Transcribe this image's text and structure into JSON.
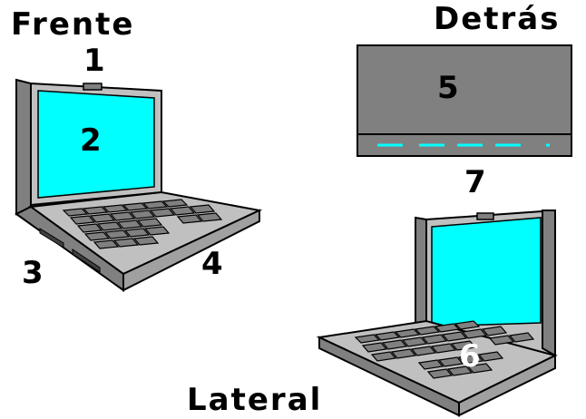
{
  "labels": {
    "front": "Frente",
    "back": "Detrás",
    "side": "Lateral"
  },
  "callouts": {
    "n1": "1",
    "n2": "2",
    "n3": "3",
    "n4": "4",
    "n5": "5",
    "n6": "6",
    "n7": "7"
  },
  "colors": {
    "screen": "#00FFFF",
    "body_light": "#C0C0C0",
    "body_dark": "#808080",
    "keys": "#808080",
    "outline": "#000000",
    "background": "#FFFFFF"
  }
}
